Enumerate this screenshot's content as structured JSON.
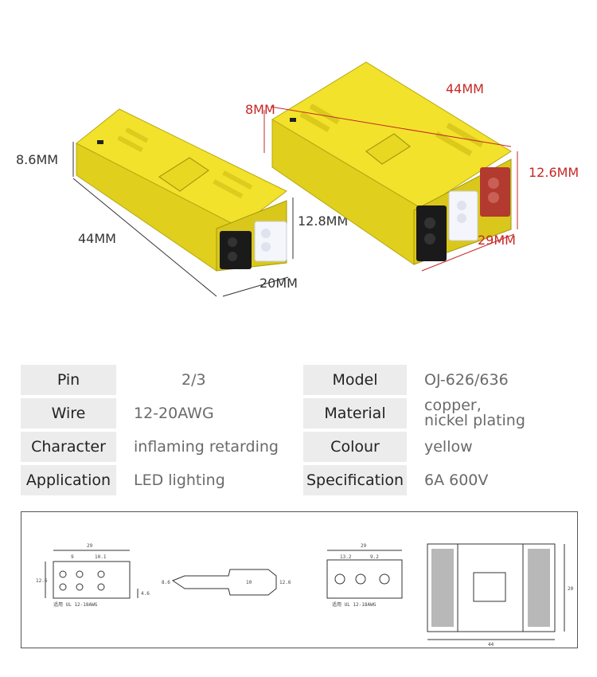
{
  "product_a": {
    "height_label": "8.6MM",
    "length_label": "44MM",
    "width_label": "20MM",
    "face_height_label": "12.8MM"
  },
  "product_b": {
    "top_label": "8MM",
    "length_label": "44MM",
    "height_label": "12.6MM",
    "width_label": "29MM"
  },
  "colors": {
    "housing": "#f2e22b",
    "housing_dark": "#c9b818",
    "black_port": "#1a1a1a",
    "white_port": "#f4f6fb",
    "red_port": "#b23a2e",
    "dim_red": "#c62828"
  },
  "spec_table": {
    "rows": [
      {
        "label1": "Pin",
        "value1": "2/3",
        "label2": "Model",
        "value2": "OJ-626/636"
      },
      {
        "label1": "Wire",
        "value1": "12-20AWG",
        "label2": "Material",
        "value2_line1": "copper,",
        "value2_line2": "nickel plating"
      },
      {
        "label1": "Character",
        "value1": "inflaming retarding",
        "label2": "Colour",
        "value2": "yellow"
      },
      {
        "label1": "Application",
        "value1": "LED lighting",
        "label2": "Specification",
        "value2": "6A 600V"
      }
    ]
  },
  "drawings": {
    "d1_top": "29",
    "d1_sub1": "9",
    "d1_sub2": "10.1",
    "d1_left": "12.6",
    "d1_right": "4.6",
    "d1_note": "适用 UL 12-18AWG",
    "d2_len": "10",
    "d2_left": "8.6",
    "d2_right": "12.6",
    "d3_top": "29",
    "d3_sub1": "13.2",
    "d3_sub2": "9.2",
    "d3_note": "适用 UL 12-18AWG",
    "d4_bottom": "44",
    "d4_right": "20"
  }
}
